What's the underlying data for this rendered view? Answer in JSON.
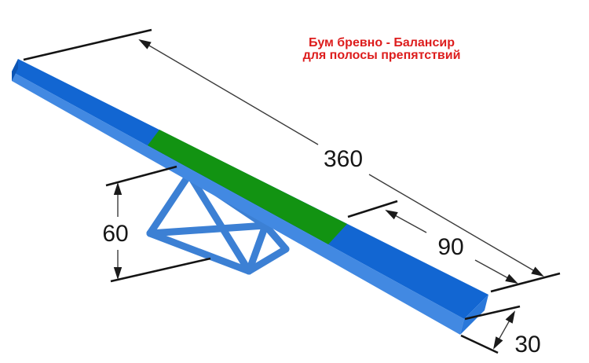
{
  "title": {
    "line1": "Бум бревно - Балансир",
    "line2": "для полосы препятствий"
  },
  "dimensions": {
    "length": "360",
    "right_section": "90",
    "height": "60",
    "width": "30"
  },
  "colors": {
    "beam_top": "#1266d2",
    "beam_green": "#129312",
    "beam_side": "#4289e2",
    "beam_end_right": "#2a78da",
    "beam_end_left": "#0d55b4",
    "truss": "#3c80d4",
    "title_red": "#dd1d1d",
    "line_color": "#141414"
  }
}
